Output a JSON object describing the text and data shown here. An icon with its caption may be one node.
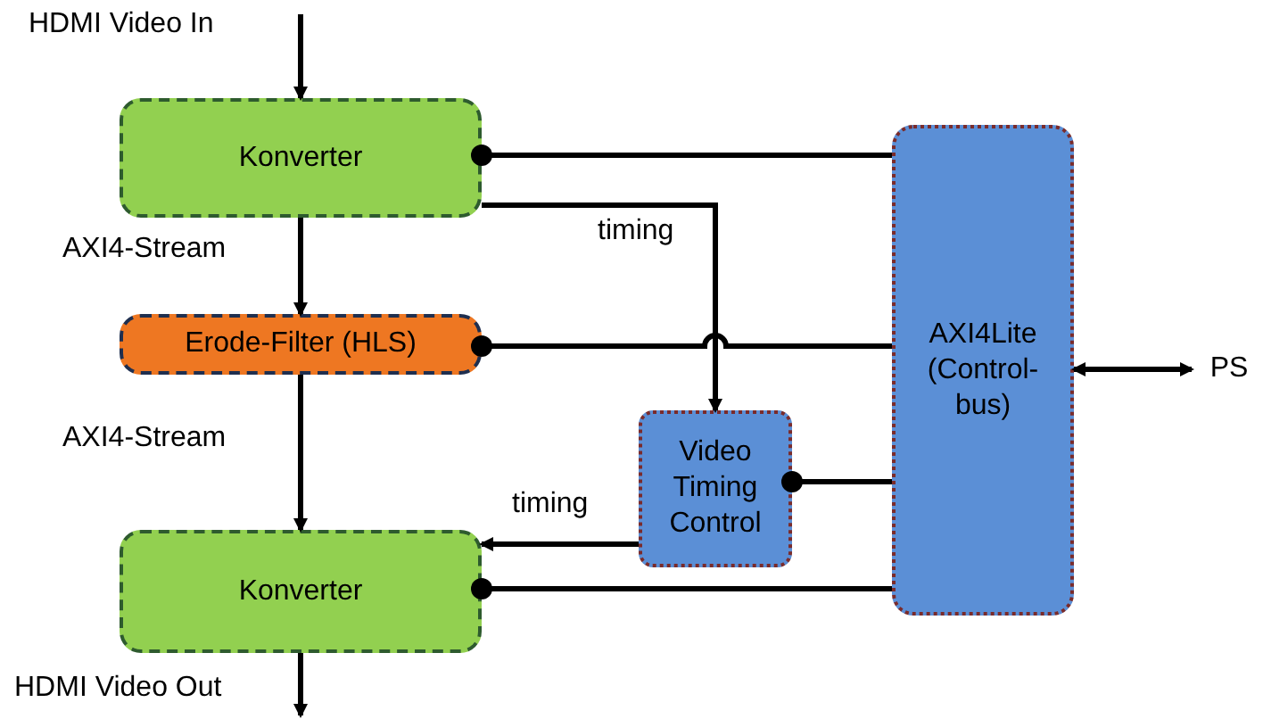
{
  "diagram": {
    "nodes": [
      {
        "text": [
          "Konverter"
        ]
      },
      {
        "text": [
          "Erode-Filter (HLS)"
        ]
      },
      {
        "text": [
          "Video Timing Control"
        ]
      },
      {
        "text": [
          "Konverter"
        ]
      },
      {
        "text": [
          "AXI4Lite (Control-bus)"
        ]
      },
      {
        "text": [
          "PS"
        ]
      }
    ],
    "edges": [
      {
        "from": null,
        "to": 0,
        "arrow": "to"
      },
      {
        "from": 0,
        "to": 1,
        "arrow": "to",
        "label": "AXI4-Stream"
      },
      {
        "from": 1,
        "to": 3,
        "arrow": "to",
        "label": "AXI4-Stream"
      },
      {
        "from": 0,
        "to": 2,
        "arrow": "to",
        "label": "timing"
      },
      {
        "from": 2,
        "to": 3,
        "arrow": "to",
        "label": "timing"
      },
      {
        "from": 4,
        "to": 0,
        "arrow": "other"
      },
      {
        "from": 4,
        "to": 1,
        "arrow": "other"
      },
      {
        "from": 4,
        "to": 2,
        "arrow": "other"
      },
      {
        "from": 4,
        "to": 3,
        "arrow": "other"
      },
      {
        "from": 4,
        "to": 5,
        "arrow": "both"
      },
      {
        "from": 3,
        "to": null,
        "arrow": "to"
      }
    ],
    "labels": [
      "HDMI Video In",
      "HDMI Video Out"
    ]
  }
}
